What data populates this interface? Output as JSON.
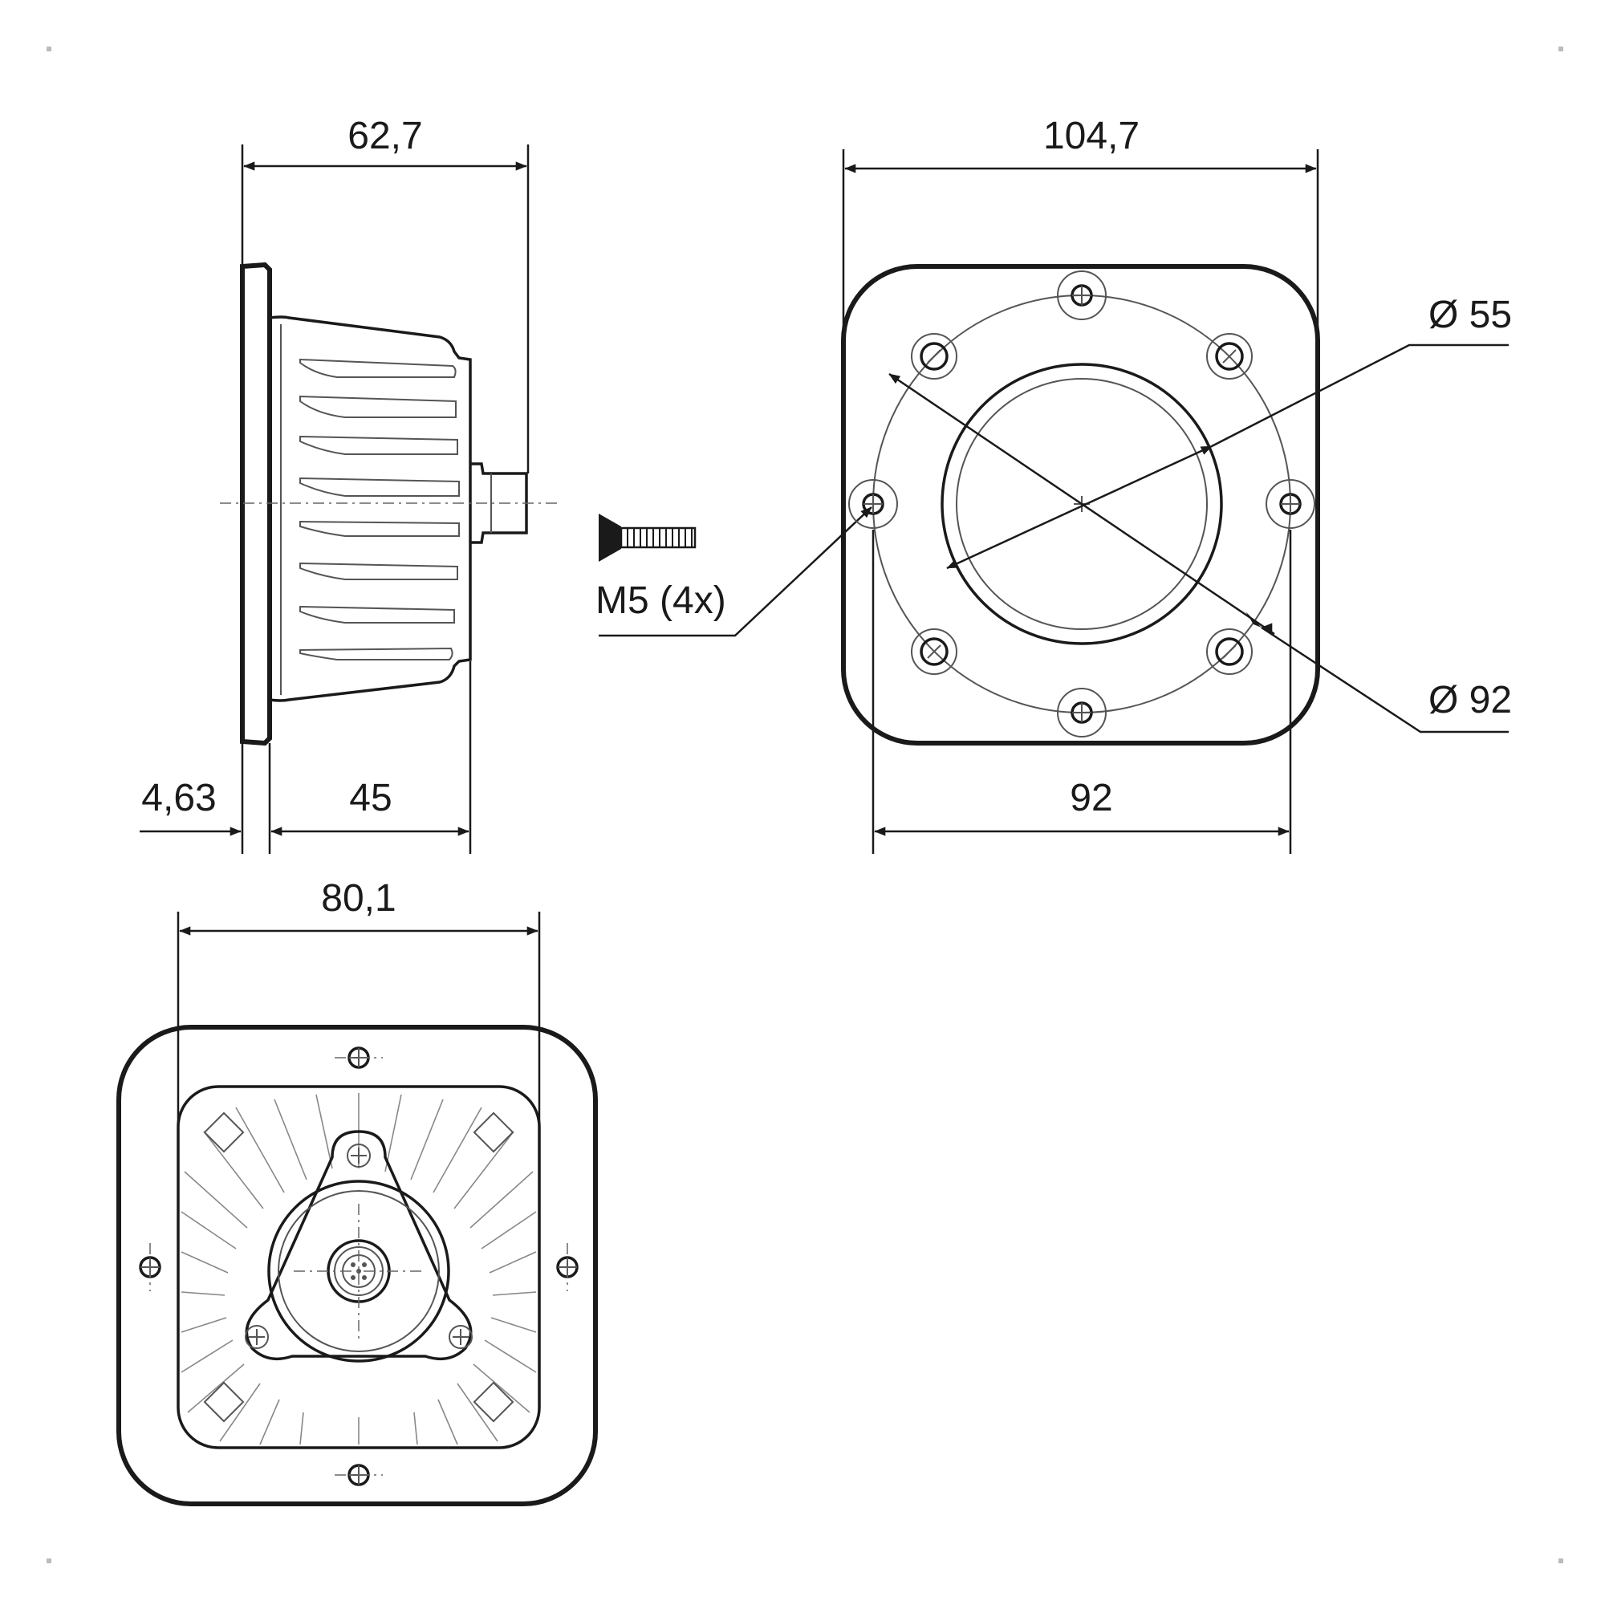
{
  "side_view": {
    "dim_depth": "62,7",
    "dim_flange": "4,63",
    "dim_body": "45"
  },
  "screw": {
    "label": "M5 (4x)"
  },
  "front_view": {
    "dim_width": "104,7",
    "dim_hole_spacing": "92",
    "dia_inner": "Ø 55",
    "dia_bolt_circle": "Ø 92"
  },
  "rear_view": {
    "dim_width": "80,1"
  }
}
